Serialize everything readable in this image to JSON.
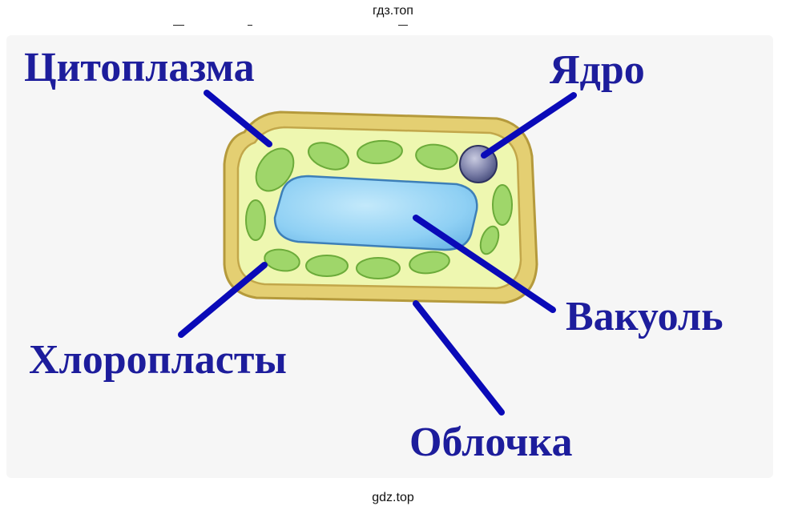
{
  "watermark": {
    "top": "гдз.топ",
    "bottom": "gdz.top"
  },
  "labels": {
    "cytoplasm": "Цитоплазма",
    "nucleus": "Ядро",
    "chloroplasts": "Хлоропласты",
    "vacuole": "Вакуоль",
    "membrane": "Облочка"
  },
  "colors": {
    "label": "#1d1d9c",
    "cell_wall": "#e4cf72",
    "cytoplasm": "#eef7b0",
    "chloroplast": "#9fd66a",
    "vacuole": "#8fd0f4",
    "nucleus": "#6a6e98"
  }
}
